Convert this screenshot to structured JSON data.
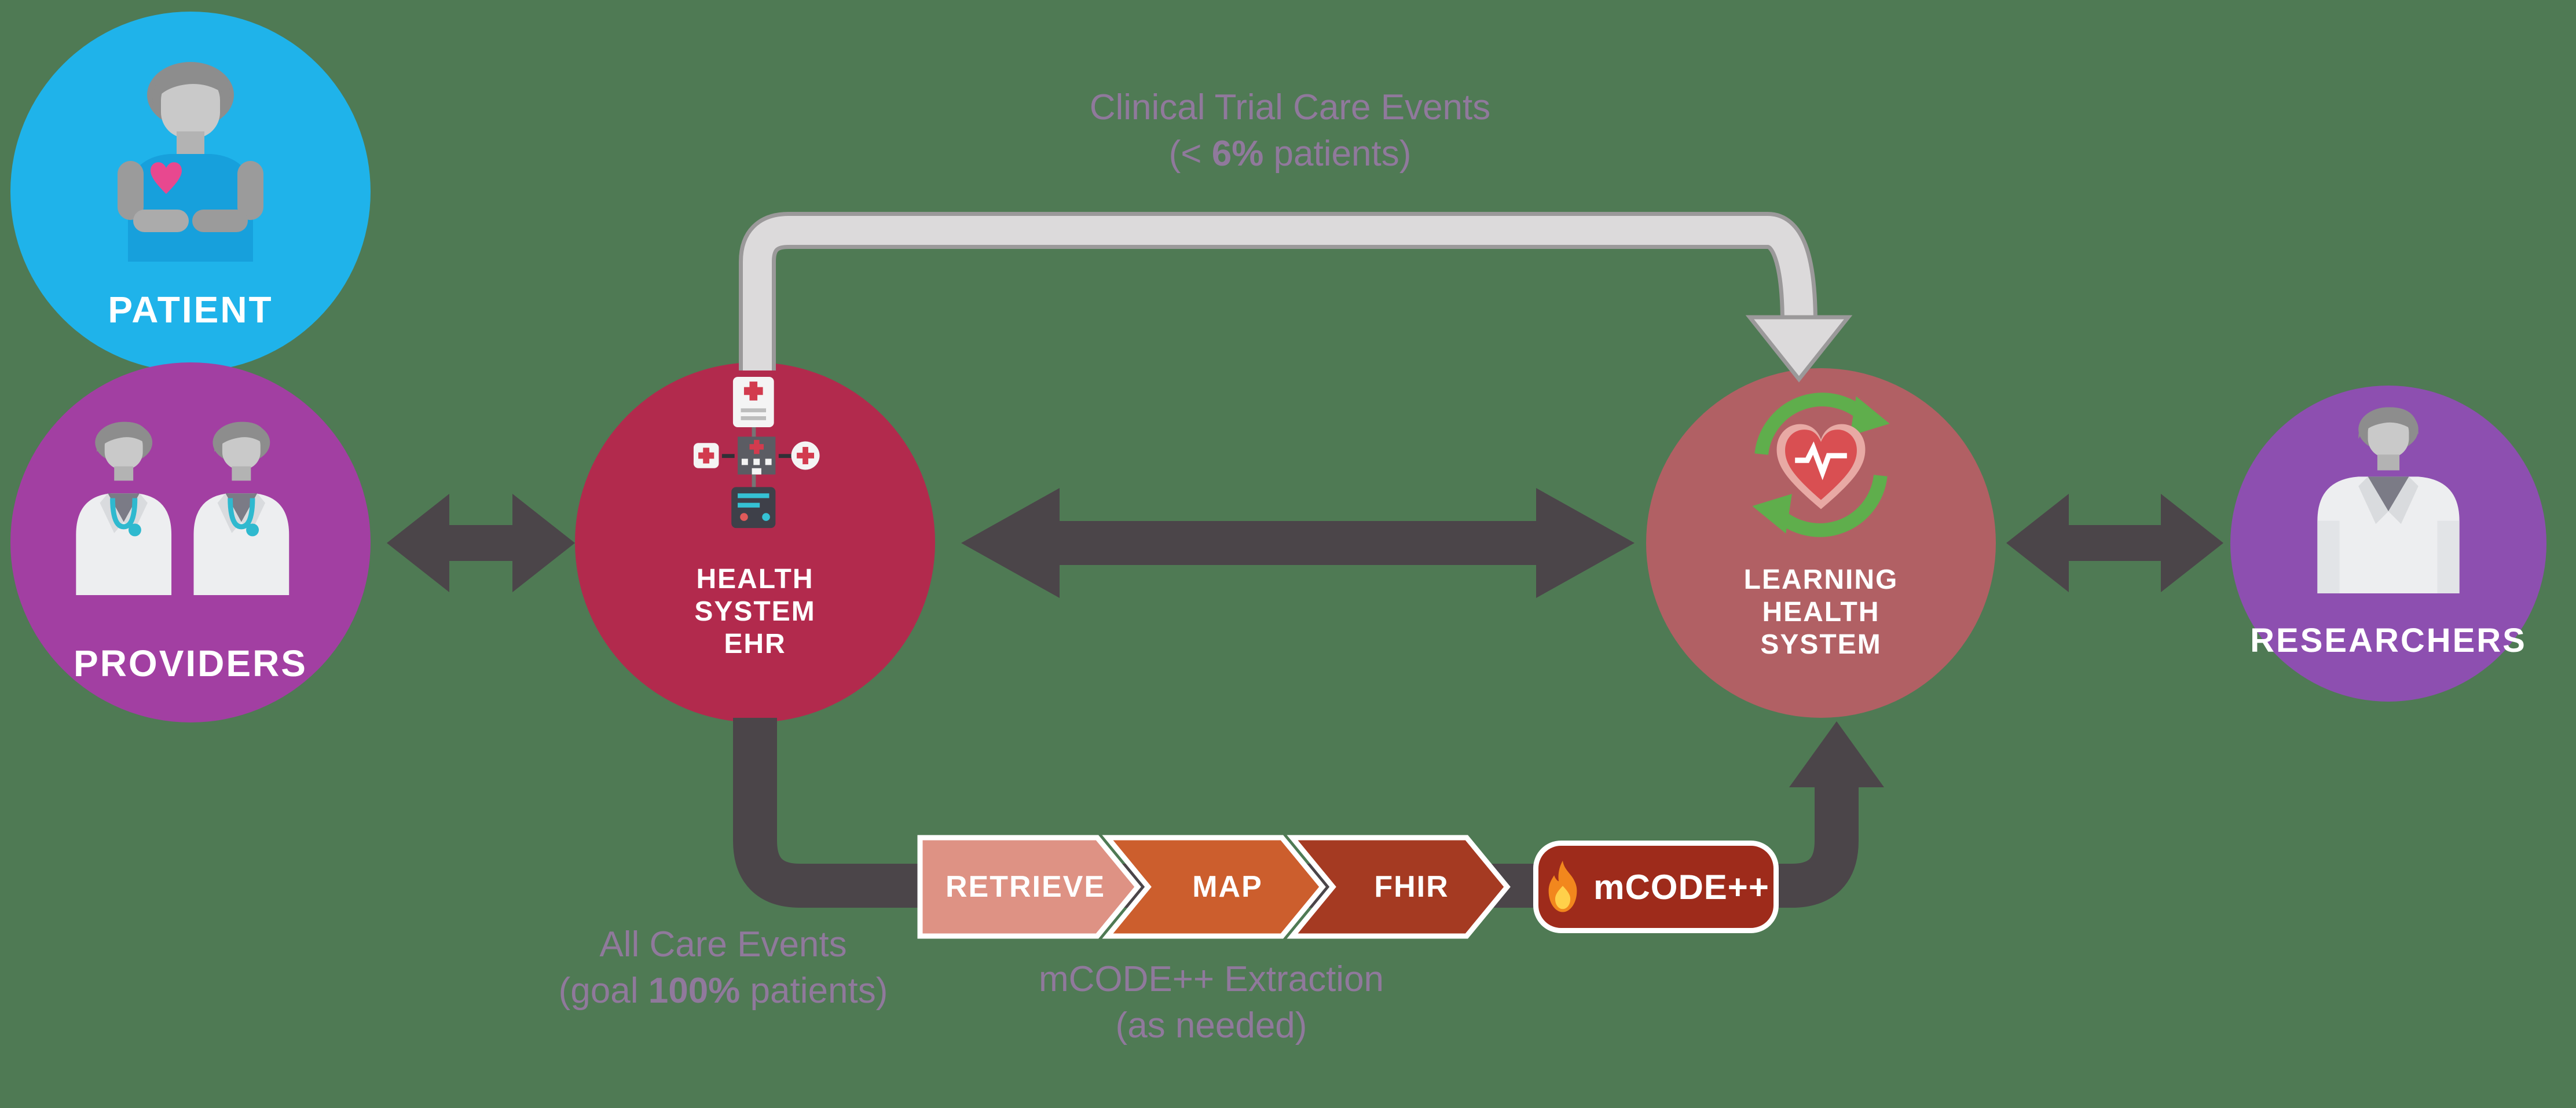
{
  "canvas": {
    "background": "#4F7A54"
  },
  "nodes": {
    "patient": {
      "label": "PATIENT",
      "color": "#1FB3EA",
      "icon": "patient-icon"
    },
    "providers": {
      "label": "PROVIDERS",
      "color": "#A23FA2",
      "icon": "providers-icon"
    },
    "health_system_ehr": {
      "lines": [
        "HEALTH",
        "SYSTEM",
        "EHR"
      ],
      "color": "#B22A4D",
      "icon": "hospital-ehr-icon"
    },
    "learning_health_system": {
      "lines": [
        "LEARNING",
        "HEALTH",
        "SYSTEM"
      ],
      "color": "#B16064",
      "icon": "heart-cycle-icon"
    },
    "researchers": {
      "label": "RESEARCHERS",
      "color": "#8D4FB0",
      "icon": "researcher-icon"
    }
  },
  "annotations": {
    "color": "#90799C",
    "clinical_trial_events": {
      "line1": "Clinical Trial Care Events",
      "line2_pre": "(< ",
      "line2_bold": "6%",
      "line2_post": " patients)"
    },
    "all_care_events": {
      "line1": "All Care Events",
      "line2_pre": "(goal ",
      "line2_bold": "100%",
      "line2_post": " patients)"
    },
    "extraction": {
      "line1": "mCODE++ Extraction",
      "line2": "(as needed)"
    }
  },
  "pipeline": {
    "steps": [
      {
        "label": "RETRIEVE",
        "color": "#DE9284"
      },
      {
        "label": "MAP",
        "color": "#CC5E2D"
      },
      {
        "label": "FHIR",
        "color": "#A53A22"
      }
    ],
    "badge": {
      "label": "mCODE++",
      "background": "#9E2B1B",
      "border_color": "#FFFFFF",
      "icon": "flame-icon"
    }
  },
  "arrows": {
    "dark_color": "#4B4549",
    "tube_fill": "#DCDADB",
    "tube_stroke": "#9B999A"
  }
}
